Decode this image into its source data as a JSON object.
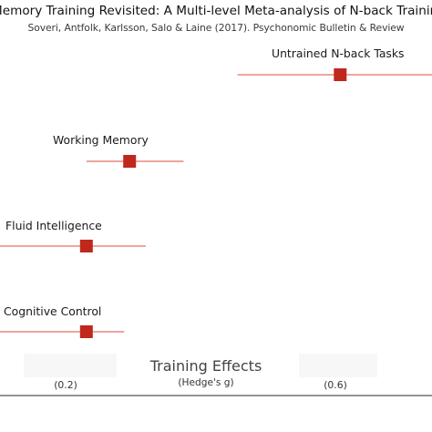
{
  "chart_data": {
    "type": "forest",
    "title": "Memory Training Revisited: A Multi-level Meta-analysis of N-back Training Studies",
    "subtitle": "Soveri, Antfolk, Karlsson, Salo & Laine (2017). Psychonomic Bulletin & Review",
    "xlabel": "Training Effects",
    "xlabel_sub": "(Hedge's g)",
    "tick_labels": [
      "(0.2)",
      "(0.6)"
    ],
    "xlim": [
      0.0,
      0.8
    ],
    "colors": {
      "marker": "#c0281c",
      "ci_line": "#e8877e",
      "axis": "#555555"
    },
    "rows": [
      {
        "label": "Untrained N-back Tasks",
        "estimate": 0.63,
        "ci_low": 0.44,
        "ci_high": 0.82
      },
      {
        "label": "Working Memory",
        "estimate": 0.24,
        "ci_low": 0.16,
        "ci_high": 0.34
      },
      {
        "label": "Fluid Intelligence",
        "estimate": 0.16,
        "ci_low": 0.0,
        "ci_high": 0.27
      },
      {
        "label": "Cognitive Control",
        "estimate": 0.16,
        "ci_low": 0.0,
        "ci_high": 0.23
      }
    ]
  }
}
